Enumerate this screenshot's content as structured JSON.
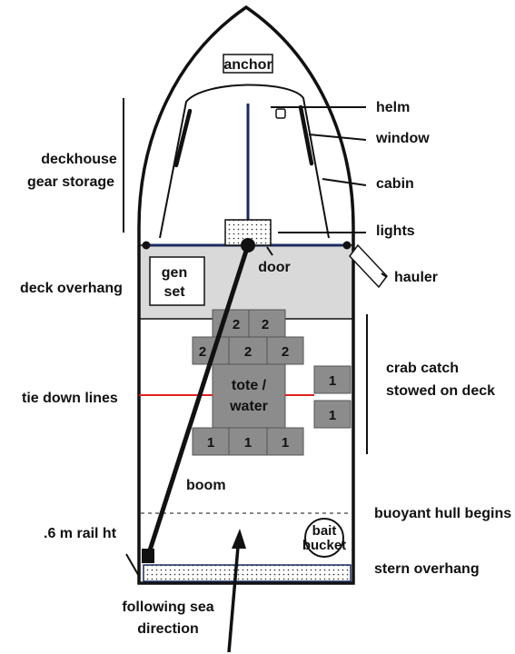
{
  "labels": {
    "anchor": "anchor",
    "helm": "helm",
    "window": "window",
    "cabin": "cabin",
    "lights": "lights",
    "door": "door",
    "hauler": "hauler",
    "deckhouse_line1": "deckhouse",
    "deckhouse_line2": "gear storage",
    "deck_overhang": "deck overhang",
    "gen_line1": "gen",
    "gen_line2": "set",
    "tie_down_lines": "tie down lines",
    "crab_line1": "crab catch",
    "crab_line2": "stowed on deck",
    "tote_line1": "tote /",
    "tote_line2": "water",
    "boom": "boom",
    "buoyant_hull": "buoyant hull begins",
    "rail_ht": ".6 m rail ht",
    "bait_line1": "bait",
    "bait_line2": "bucket",
    "stern_overhang": "stern overhang",
    "following_line1": "following sea",
    "following_line2": "direction"
  },
  "crates": {
    "row1": [
      "2",
      "2"
    ],
    "row2": [
      "2",
      "2",
      "2"
    ],
    "row3": [
      "1",
      "1",
      "1"
    ],
    "side": [
      "1",
      "1"
    ]
  },
  "colors": {
    "hull": "#111111",
    "deck_overhang": "#d9d9d9",
    "crate": "#8c8c8c",
    "tie_down": "#e02020",
    "navy": "#1a2a5e"
  }
}
